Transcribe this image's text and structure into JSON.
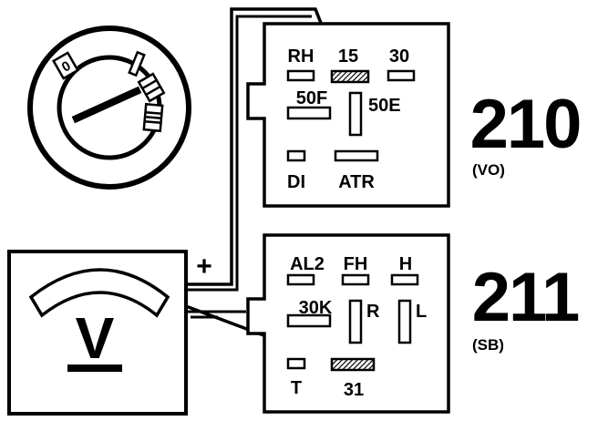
{
  "ignition_switch": {
    "positions": [
      "0",
      "I",
      "II",
      "III"
    ]
  },
  "voltmeter": {
    "symbol": "V",
    "plus": "+",
    "minus": "—"
  },
  "connector_210": {
    "number": "210",
    "code": "(VO)",
    "pins": {
      "rh": "RH",
      "p15": "15",
      "p30": "30",
      "p50f": "50F",
      "p50e": "50E",
      "di": "DI",
      "atr": "ATR"
    }
  },
  "connector_211": {
    "number": "211",
    "code": "(SB)",
    "pins": {
      "al2": "AL2",
      "fh": "FH",
      "h": "H",
      "p30k": "30K",
      "r": "R",
      "l": "L",
      "t": "T",
      "p31": "31"
    }
  }
}
